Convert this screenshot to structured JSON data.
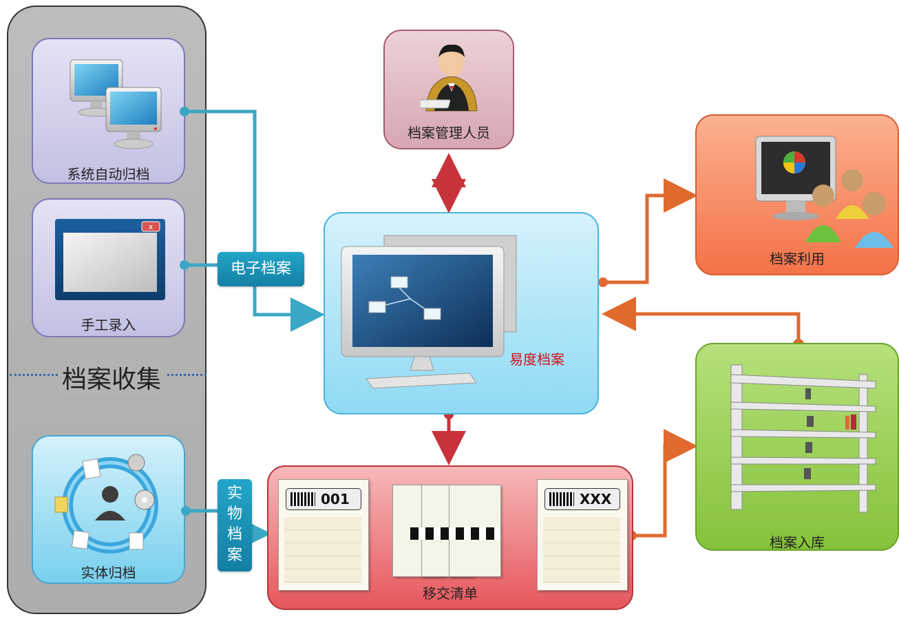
{
  "collection": {
    "title": "档案收集",
    "auto_archive": "系统自动归档",
    "manual_entry": "手工录入",
    "physical_archive": "实体归档"
  },
  "tags": {
    "electronic": "电子档案",
    "physical_chars": [
      "实",
      "物",
      "档",
      "案"
    ]
  },
  "admin": {
    "label": "档案管理人员"
  },
  "center": {
    "label": "易度档案"
  },
  "usage": {
    "label": "档案利用"
  },
  "storage": {
    "label": "档案入库"
  },
  "transfer": {
    "label": "移交清单",
    "doc1_code": "001",
    "doc2_code": "XXX"
  },
  "colors": {
    "teal_line": "#3aa7c5",
    "red_line": "#c8333b",
    "orange_line": "#e06a2e",
    "center_label": "#d0121b"
  }
}
